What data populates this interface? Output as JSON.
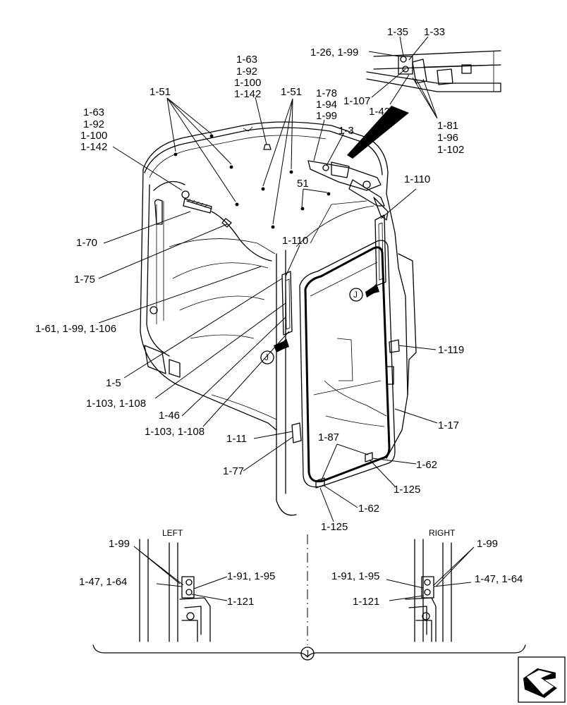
{
  "labels": {
    "p_1_35": "1-35",
    "p_1_33": "1-33",
    "p_1_26_99": "1-26, 1-99",
    "p_1_107": "1-107",
    "p_1_42": "1-42",
    "p_1_81_a": "1-81",
    "p_1_81_b": "1-96",
    "p_1_81_c": "1-102",
    "p_1_63_top_a": "1-63",
    "p_1_63_top_b": "1-92",
    "p_1_63_top_c": "1-100",
    "p_1_63_top_d": "1-142",
    "p_1_51_left": "1-51",
    "p_1_51_right": "1-51",
    "p_1_78_a": "1-78",
    "p_1_78_b": "1-94",
    "p_1_78_c": "1-99",
    "p_1_63_left_a": "1-63",
    "p_1_63_left_b": "1-92",
    "p_1_63_left_c": "1-100",
    "p_1_63_left_d": "1-142",
    "p_1_3": "1-3",
    "p_51": "51",
    "p_1_110_right": "1-110",
    "p_1_110_center": "1-110",
    "p_1_70": "1-70",
    "p_1_75": "1-75",
    "p_1_61": "1-61, 1-99, 1-106",
    "p_1_5": "1-5",
    "p_1_103_a": "1-103, 1-108",
    "p_1_46": "1-46",
    "p_1_103_b": "1-103, 1-108",
    "p_1_119": "1-119",
    "p_1_17": "1-17",
    "p_1_87": "1-87",
    "p_1_11": "1-11",
    "p_1_62_right": "1-62",
    "p_1_77": "1-77",
    "p_1_125_right": "1-125",
    "p_1_62_bottom": "1-62",
    "p_1_125_bottom": "1-125",
    "left_title": "LEFT",
    "right_title": "RIGHT",
    "l_1_99": "1-99",
    "l_1_91": "1-91, 1-95",
    "l_1_47": "1-47, 1-64",
    "l_1_121": "1-121",
    "r_1_99": "1-99",
    "r_1_91": "1-91, 1-95",
    "r_1_47": "1-47, 1-64",
    "r_1_121": "1-121",
    "view_marker_upper": "J",
    "view_marker_lower": "J",
    "view_marker_bottom": "J"
  },
  "icons": {
    "nav": "next-page-arrow-icon"
  }
}
